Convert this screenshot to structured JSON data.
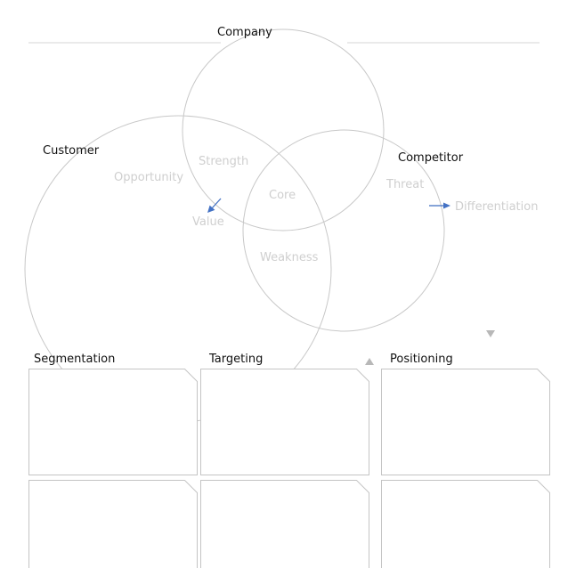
{
  "diagram": {
    "circles": {
      "company": "Company",
      "customer": "Customer",
      "competitor": "Competitor"
    },
    "regions": {
      "strength": "Strength",
      "opportunity": "Opportunity",
      "threat": "Threat",
      "core": "Core",
      "value": "Value",
      "weakness": "Weakness",
      "differentiation": "Differentiation"
    },
    "columns": {
      "segmentation": "Segmentation",
      "targeting": "Targeting",
      "positioning": "Positioning"
    },
    "colors": {
      "line": "#c8c8c8",
      "arrow_blue": "#4472c4",
      "marker_gray": "#b8b8b8",
      "faint_text": "#cfcfcf"
    }
  }
}
